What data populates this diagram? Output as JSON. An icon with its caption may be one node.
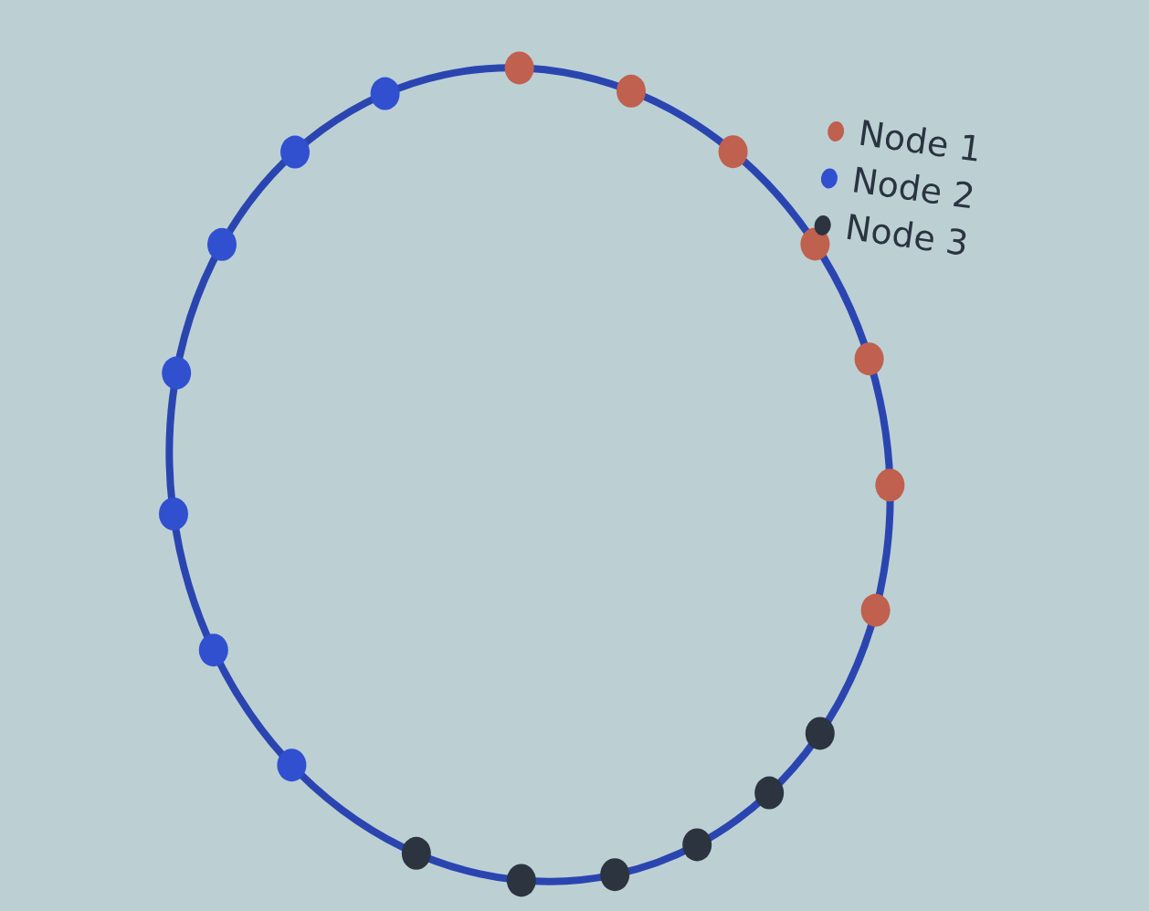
{
  "diagram": {
    "legend": [
      {
        "text": "Node 1",
        "color": "#c0604e"
      },
      {
        "text": "Node 2",
        "color": "#3050d0"
      },
      {
        "text": "Node 3",
        "color": "#2c3440"
      }
    ]
  }
}
